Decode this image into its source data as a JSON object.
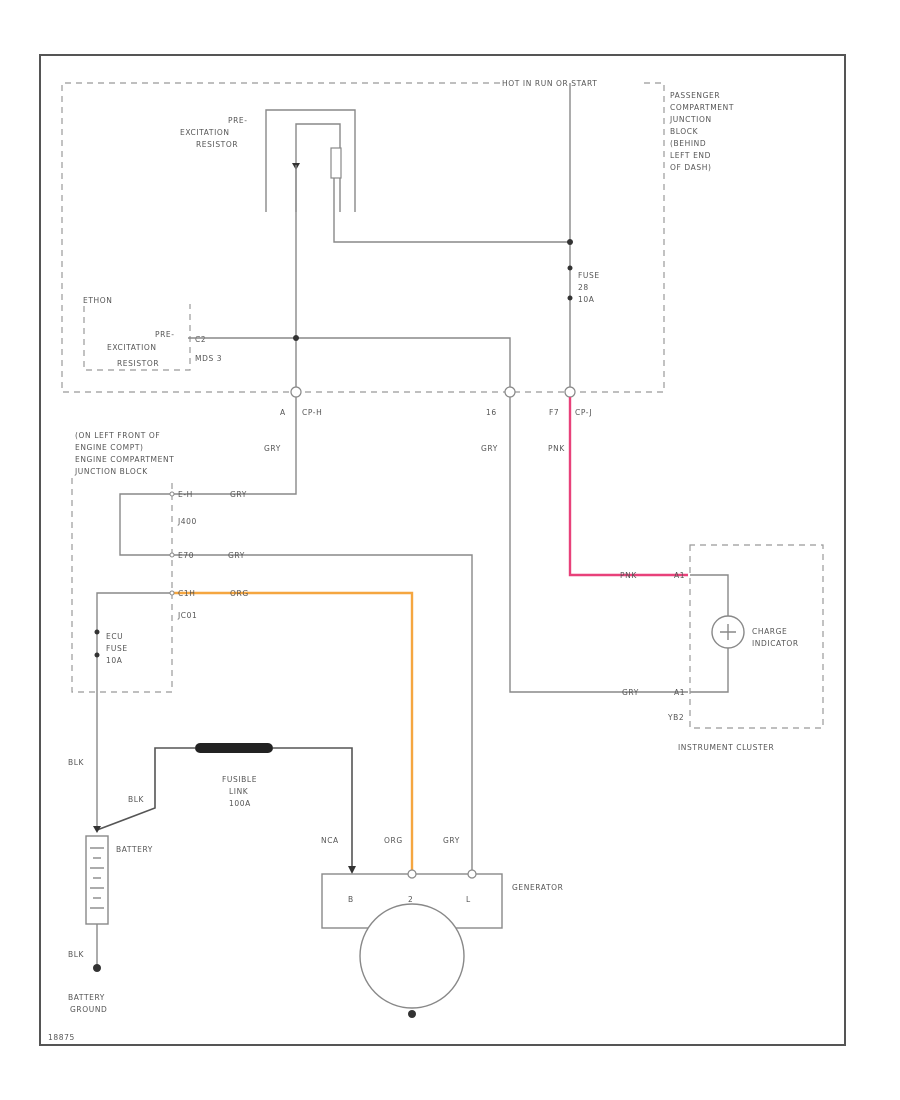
{
  "colors": {
    "pink": "#e8417a",
    "orange": "#f5a640",
    "wire": "#888888",
    "fusible": "#222222"
  },
  "labels": {
    "hot": "HOT IN RUN OR START",
    "pcjb_1": "PASSENGER",
    "pcjb_2": "COMPARTMENT",
    "pcjb_3": "JUNCTION",
    "pcjb_4": "BLOCK",
    "pcjb_5": "(BEHIND",
    "pcjb_6": "LEFT END",
    "pcjb_7": "OF DASH)",
    "pre_res_1": "PRE-",
    "pre_res_2": "EXCITATION",
    "pre_res_3": "RESISTOR",
    "fuse_1": "FUSE",
    "fuse_2": "28",
    "fuse_3": "10A",
    "eth": "ETHON",
    "pre_res_b1": "PRE-",
    "pre_res_b2": "EXCITATION",
    "pre_res_b3": "RESISTOR",
    "c2a": "C2",
    "c2b": "MDS 3",
    "pin_a": "A",
    "c_a": "CP-H",
    "pin_b": "16",
    "pin_c": "F7",
    "c_c": "CP-J",
    "gry1": "GRY",
    "gry2": "GRY",
    "pnk1": "PNK",
    "ecjb_1": "(ON LEFT FRONT OF",
    "ecjb_2": "ENGINE COMPT)",
    "ecjb_3": "ENGINE COMPARTMENT",
    "ecjb_4": "JUNCTION BLOCK",
    "j_top": "E-H",
    "j_gry_top": "GRY",
    "j_mid": "J400",
    "j_e70": "E70",
    "j_gry_mid": "GRY",
    "j_c1": "C1H",
    "j_org": "ORG",
    "j_c2": "JC01",
    "ecu_1": "ECU",
    "ecu_2": "FUSE",
    "ecu_3": "10A",
    "pnk2": "PNK",
    "pin_d": "A1",
    "charge_1": "CHARGE",
    "charge_2": "INDICATOR",
    "gry3": "GRY",
    "pin_e": "A1",
    "c_e": "YB2",
    "cluster": "INSTRUMENT CLUSTER",
    "blk1": "BLK",
    "blk2": "BLK",
    "fl_1": "FUSIBLE",
    "fl_2": "LINK",
    "fl_3": "100A",
    "nca": "NCA",
    "org2": "ORG",
    "gry4": "GRY",
    "battery": "BATTERY",
    "gen": "GENERATOR",
    "gen_b": "B",
    "gen_2": "2",
    "gen_l": "L",
    "blk3": "BLK",
    "bg_1": "BATTERY",
    "bg_2": "GROUND",
    "code": "18875"
  }
}
